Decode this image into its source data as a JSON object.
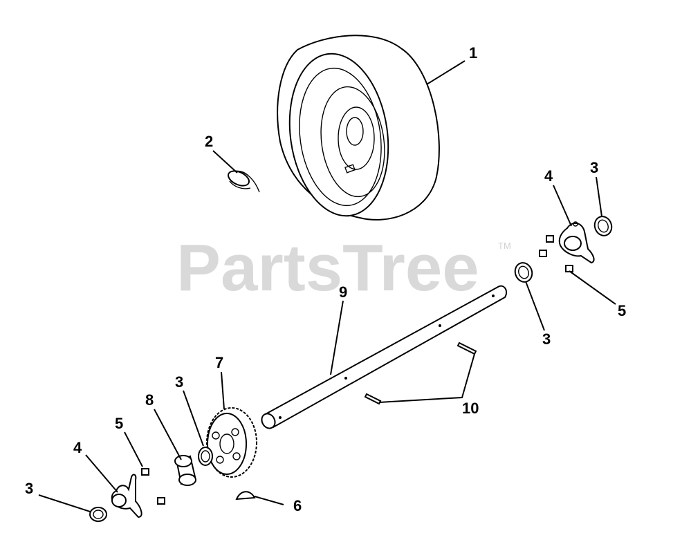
{
  "watermark": {
    "text": "PartsTree",
    "tm": "TM"
  },
  "callouts": [
    {
      "id": "c1",
      "text": "1"
    },
    {
      "id": "c2",
      "text": "2"
    },
    {
      "id": "c3a",
      "text": "3"
    },
    {
      "id": "c4a",
      "text": "4"
    },
    {
      "id": "c5a",
      "text": "5"
    },
    {
      "id": "c9",
      "text": "9"
    },
    {
      "id": "c3b",
      "text": "3"
    },
    {
      "id": "c7",
      "text": "7"
    },
    {
      "id": "c3c",
      "text": "3"
    },
    {
      "id": "c8",
      "text": "8"
    },
    {
      "id": "c5b",
      "text": "5"
    },
    {
      "id": "c10",
      "text": "10"
    },
    {
      "id": "c4b",
      "text": "4"
    },
    {
      "id": "c3d",
      "text": "3"
    },
    {
      "id": "c6",
      "text": "6"
    }
  ]
}
